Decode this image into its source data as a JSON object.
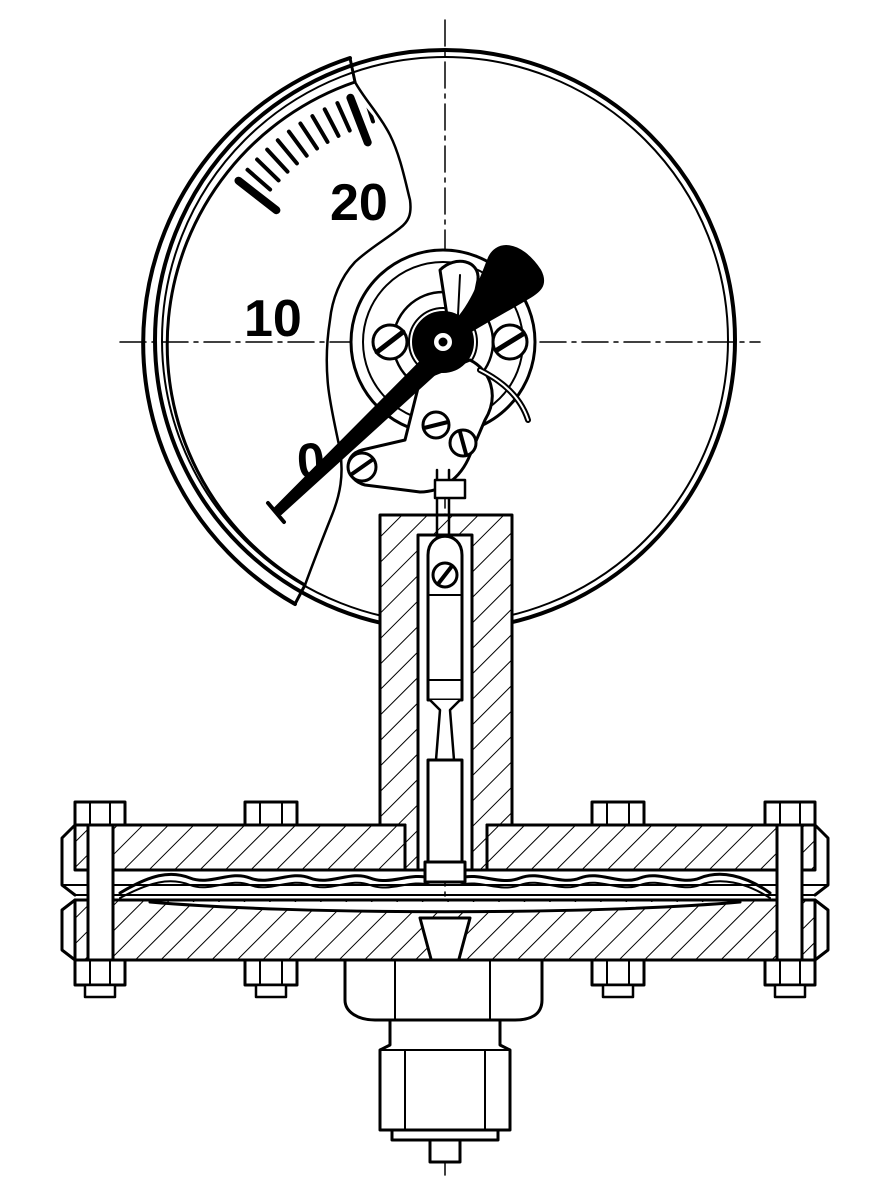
{
  "diagram": {
    "scale_labels": {
      "zero": "0",
      "ten": "10",
      "twenty": "20"
    },
    "colors": {
      "ink": "#000000",
      "paper": "#ffffff"
    }
  }
}
